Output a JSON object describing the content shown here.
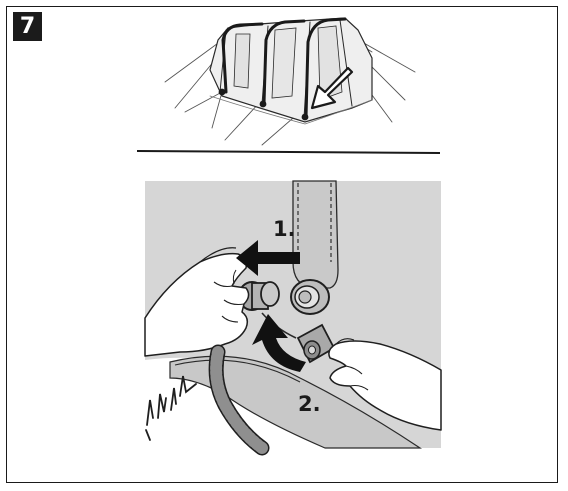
{
  "step": {
    "number": "7"
  },
  "callouts": [
    {
      "label": "1."
    },
    {
      "label": "2."
    }
  ],
  "icons": [
    "tent-icon",
    "arrow-icon",
    "hand-icon",
    "valve-icon",
    "hose-icon"
  ],
  "colors": {
    "ink": "#1a1a1a",
    "panel": "#d5d5d5",
    "tent_fill": "#eeeeee"
  }
}
